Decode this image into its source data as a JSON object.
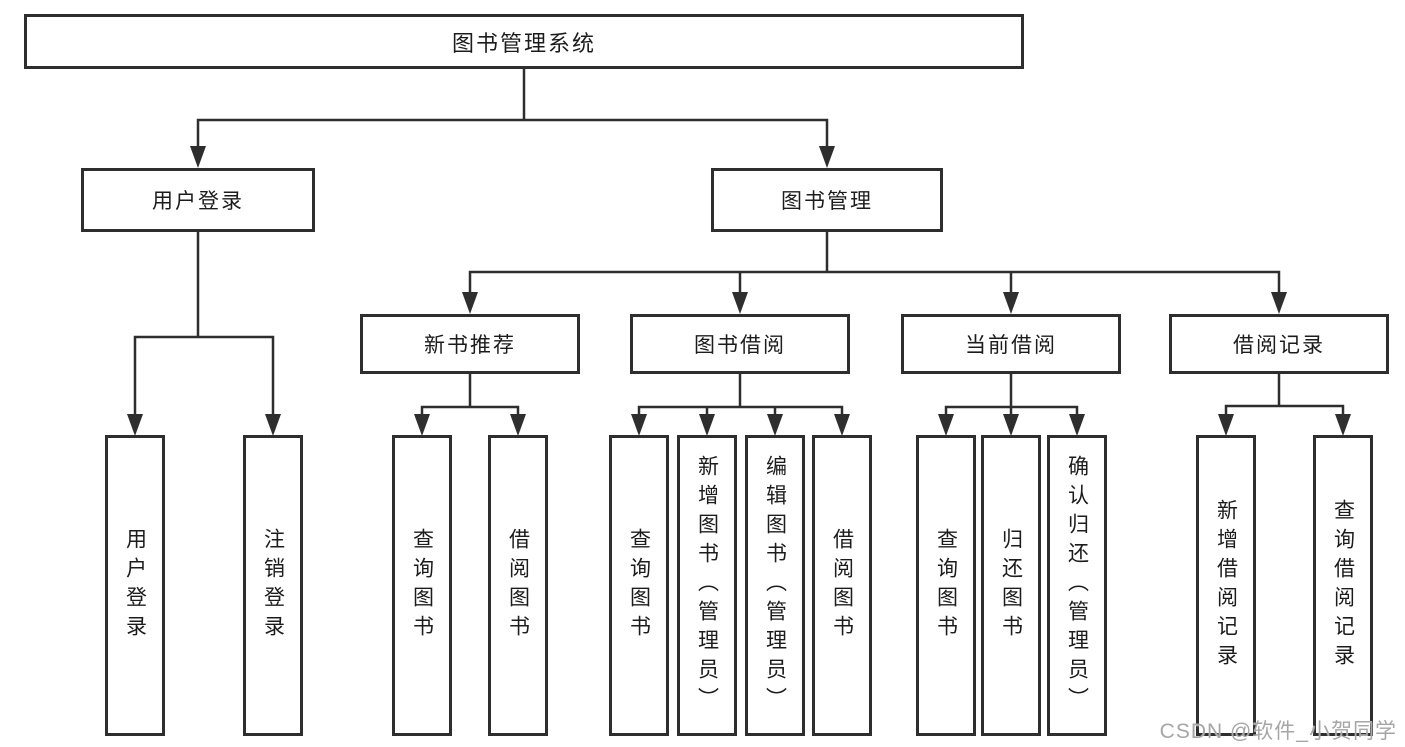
{
  "tree": {
    "label": "图书管理系统",
    "children": [
      {
        "label": "用户登录",
        "children": [
          {
            "label": "用户登录"
          },
          {
            "label": "注销登录"
          }
        ]
      },
      {
        "label": "图书管理",
        "children": [
          {
            "label": "新书推荐",
            "children": [
              {
                "label": "查询图书"
              },
              {
                "label": "借阅图书"
              }
            ]
          },
          {
            "label": "图书借阅",
            "children": [
              {
                "label": "查询图书"
              },
              {
                "label": "新增图书（管理员）"
              },
              {
                "label": "编辑图书（管理员）"
              },
              {
                "label": "借阅图书"
              }
            ]
          },
          {
            "label": "当前借阅",
            "children": [
              {
                "label": "查询图书"
              },
              {
                "label": "归还图书"
              },
              {
                "label": "确认归还（管理员）"
              }
            ]
          },
          {
            "label": "借阅记录",
            "children": [
              {
                "label": "新增借阅记录"
              },
              {
                "label": "查询借阅记录"
              }
            ]
          }
        ]
      }
    ]
  },
  "watermark": {
    "text": "CSDN @软件_小贺同学"
  },
  "colors": {
    "line": "#2e2e2e",
    "text": "#1c1c1c",
    "watermark": "#a6a6a6",
    "background": "#ffffff"
  }
}
